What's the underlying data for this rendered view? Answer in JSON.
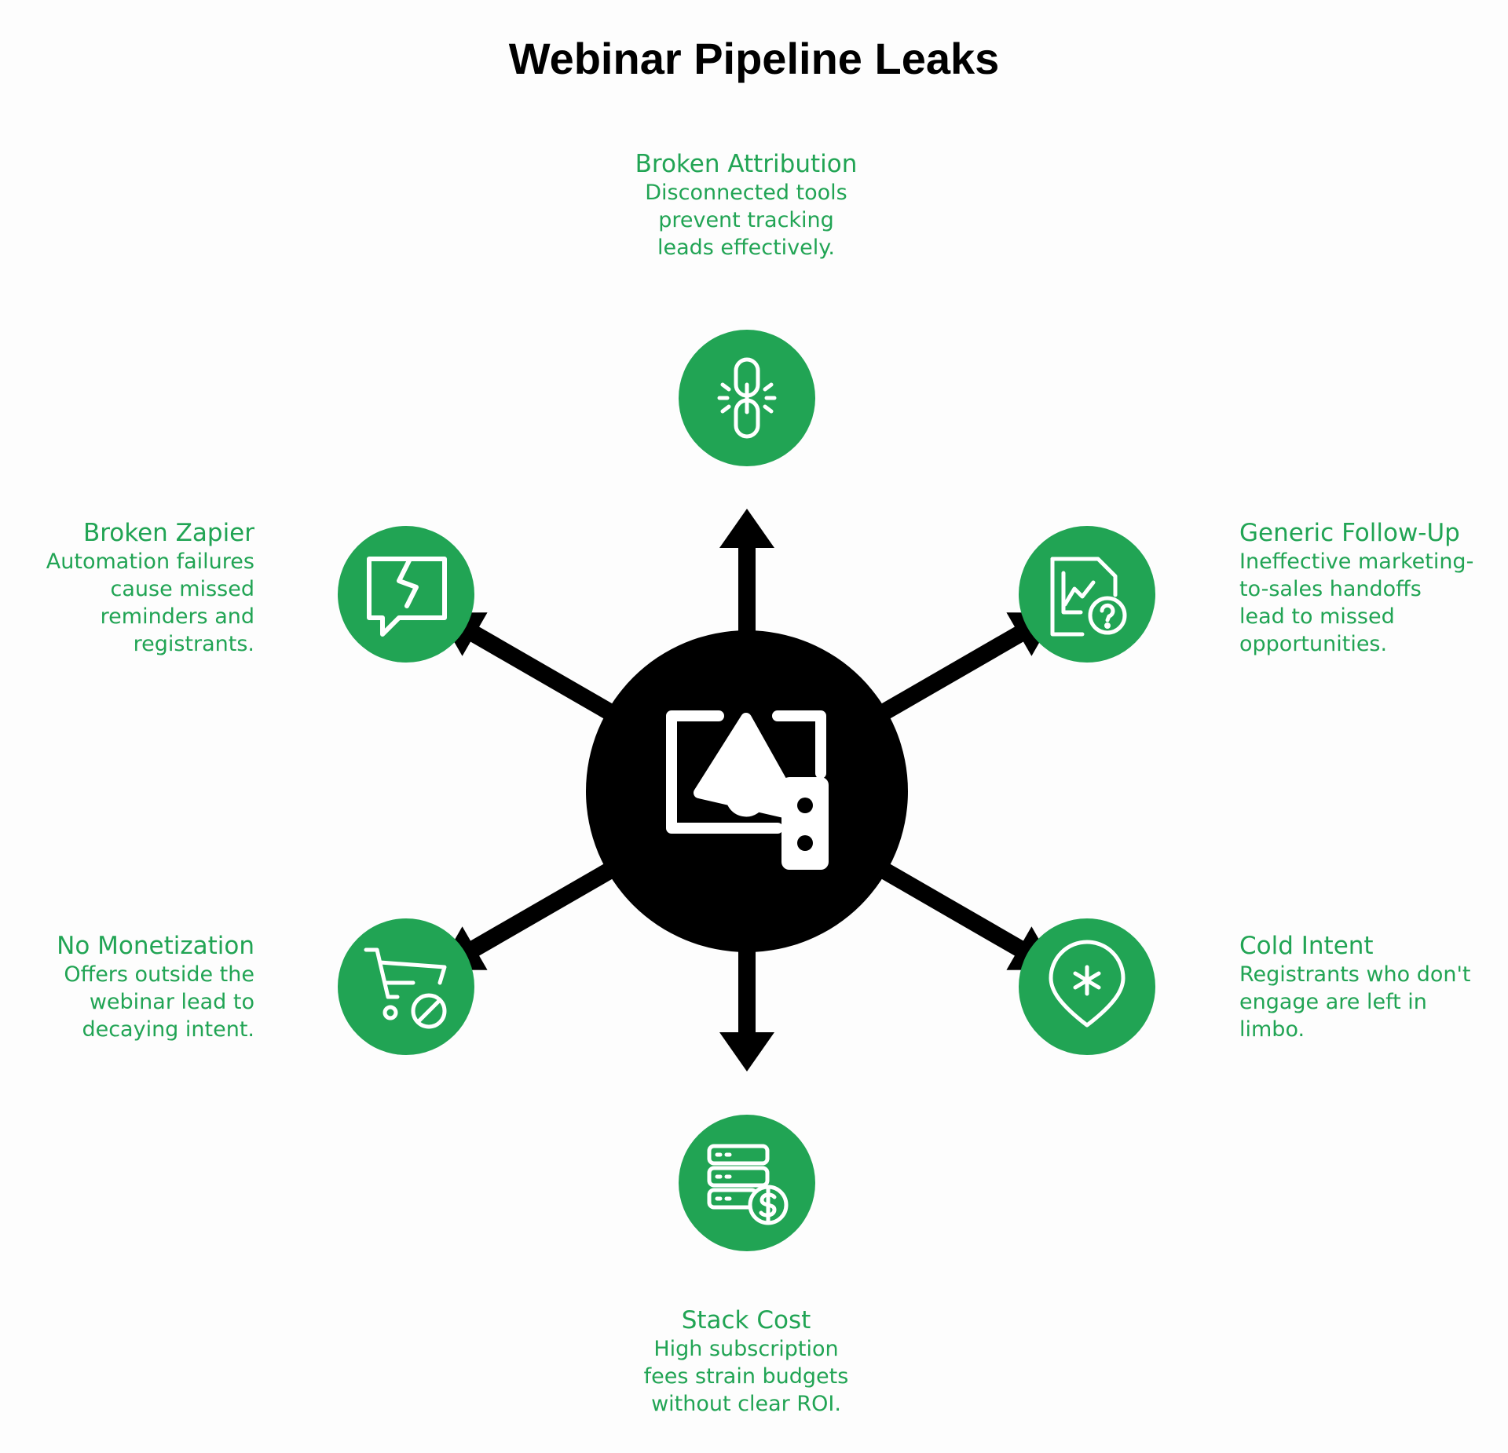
{
  "title": "Webinar Pipeline Leaks",
  "accent_color": "#21a454",
  "center_icon": "webinar-megaphone-icon",
  "leaks": [
    {
      "title": "Broken Attribution",
      "description_lines": [
        "Disconnected tools",
        "prevent tracking",
        "leads effectively."
      ],
      "icon": "broken-link-icon"
    },
    {
      "title": "Broken Zapier",
      "description_lines": [
        "Automation failures",
        "cause missed",
        "reminders and",
        "registrants."
      ],
      "icon": "broken-chat-icon"
    },
    {
      "title": "Generic Follow-Up",
      "description_lines": [
        "Ineffective marketing-",
        "to-sales handoffs",
        "lead to missed",
        "opportunities."
      ],
      "icon": "report-question-icon"
    },
    {
      "title": "No Monetization",
      "description_lines": [
        "Offers outside the",
        "webinar lead to",
        "decaying intent."
      ],
      "icon": "cart-blocked-icon"
    },
    {
      "title": "Cold Intent",
      "description_lines": [
        "Registrants who don't",
        "engage are left in",
        "limbo."
      ],
      "icon": "snowflake-pin-icon"
    },
    {
      "title": "Stack Cost",
      "description_lines": [
        "High subscription",
        "fees strain budgets",
        "without clear ROI."
      ],
      "icon": "server-dollar-icon"
    }
  ]
}
